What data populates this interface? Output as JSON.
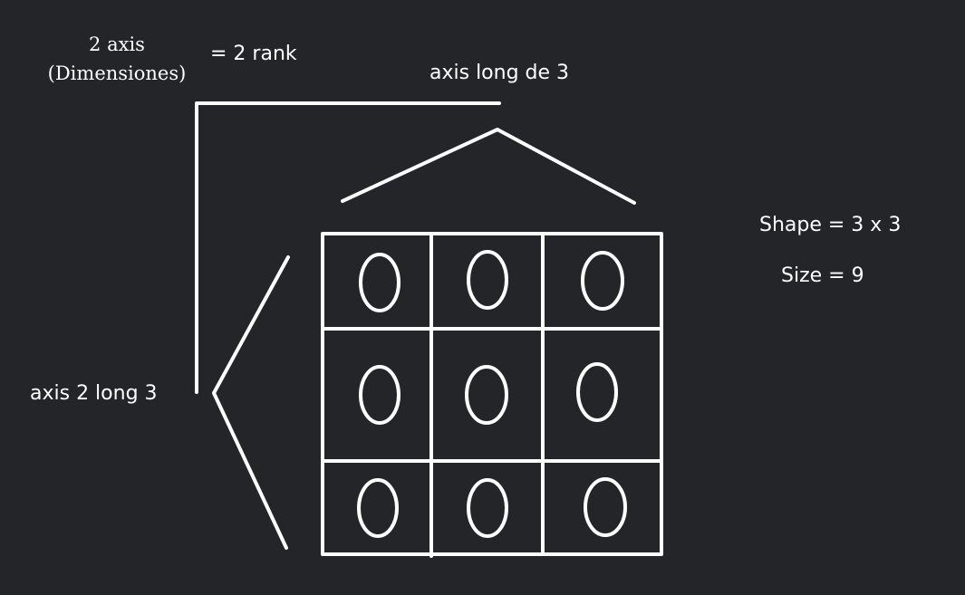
{
  "labels": {
    "axis_count_line1": "2 axis",
    "axis_count_line2": "(Dimensiones)",
    "rank": "= 2 rank",
    "top_axis": "axis long de 3",
    "left_axis": "axis 2 long 3",
    "shape": "Shape = 3 x 3",
    "size": "Size = 9"
  },
  "grid": {
    "rows": 3,
    "cols": 3,
    "cell_symbol": "0"
  },
  "colors": {
    "background": "#232529",
    "stroke": "#ffffff"
  }
}
